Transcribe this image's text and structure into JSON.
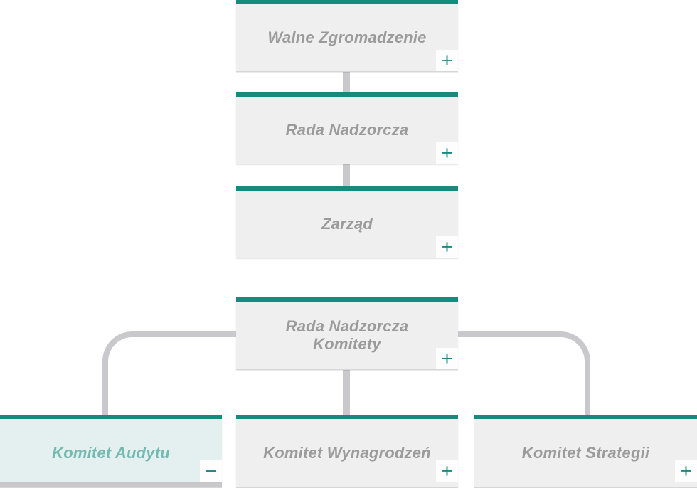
{
  "colors": {
    "accent_teal": "#178a7e",
    "node_fill": "#f0eff0",
    "node_fill_selected": "#e4f0ef",
    "label_gray": "#9b9b9b",
    "label_selected_teal": "#74b9b1",
    "connector_gray": "#c9c9cd",
    "toggle_background": "#fdfdfe"
  },
  "orgchart": {
    "primary_chain": [
      {
        "id": "walne-zgromadzenie",
        "label": "Walne Zgromadzenie",
        "toggle": "+",
        "expanded": false
      },
      {
        "id": "rada-nadzorcza",
        "label": "Rada Nadzorcza",
        "toggle": "+",
        "expanded": false
      },
      {
        "id": "zarzad",
        "label": "Zarząd",
        "toggle": "+",
        "expanded": false
      }
    ],
    "committees": {
      "root": {
        "id": "rada-nadzorcza-komitety",
        "label_line1": "Rada Nadzorcza",
        "label_line2": "Komitety",
        "toggle": "+",
        "expanded": true
      },
      "children": [
        {
          "id": "komitet-audytu",
          "label": "Komitet Audytu",
          "toggle": "−",
          "expanded": true,
          "selected": true
        },
        {
          "id": "komitet-wynagrodzen",
          "label": "Komitet Wynagrodzeń",
          "toggle": "+",
          "expanded": false,
          "selected": false
        },
        {
          "id": "komitet-strategii",
          "label": "Komitet Strategii",
          "toggle": "+",
          "expanded": false,
          "selected": false
        }
      ]
    }
  }
}
